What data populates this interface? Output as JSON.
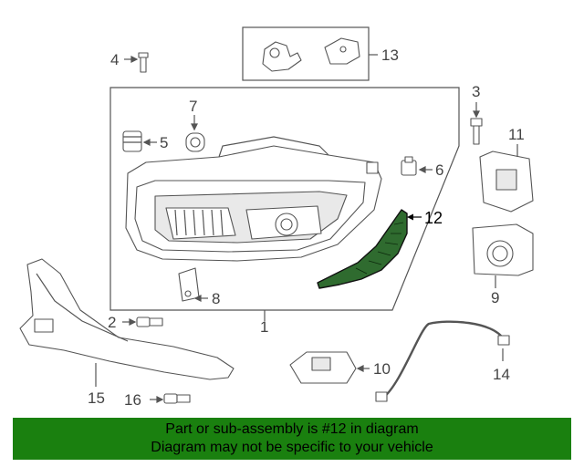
{
  "callouts": {
    "c1": "1",
    "c2": "2",
    "c3": "3",
    "c4": "4",
    "c5": "5",
    "c6": "6",
    "c7": "7",
    "c8": "8",
    "c9": "9",
    "c10": "10",
    "c11": "11",
    "c12": "12",
    "c13": "13",
    "c14": "14",
    "c15": "15",
    "c16": "16"
  },
  "highlighted_part": "12",
  "colors": {
    "banner_background": "#1a800f",
    "highlight_fill": "#2f6b2f",
    "line_color": "#555555"
  },
  "banner": {
    "line1": "Part or sub-assembly is #12 in diagram",
    "line2": "Diagram may not be specific to your vehicle"
  }
}
